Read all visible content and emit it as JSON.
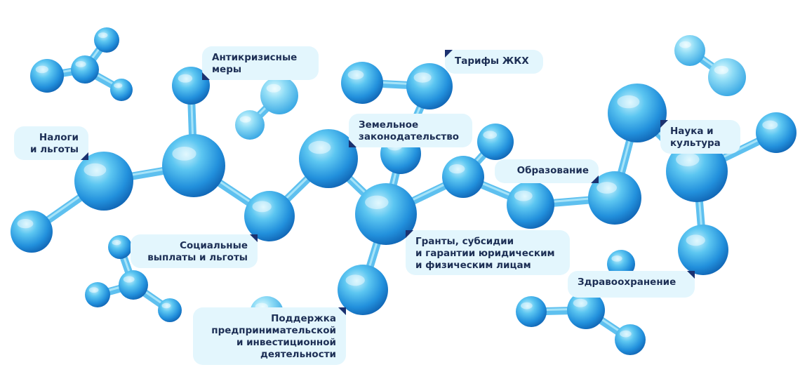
{
  "labels": {
    "taxes": "Налоги\nи льготы",
    "anticrisis": "Антикризисные\nмеры",
    "tariffs": "Тарифы ЖКХ",
    "land": "Земельное\nзаконодательство",
    "science": "Наука и\nкультура",
    "education": "Образование",
    "social": "Социальные\nвыплаты и льготы",
    "grants": "Гранты, субсидии\nи гарантии юридическим\nи физическим лицам",
    "health": "Здравоохранение",
    "business": "Поддержка\nпредпринимательской\nи инвестиционной\nдеятельности"
  },
  "colors": {
    "atom_light": "#b9ecfb",
    "atom_mid": "#3fb2ea",
    "atom_dark": "#1376c9",
    "bond": "#56bff0",
    "label_bg": "#e3f6fd",
    "label_text": "#1d2f55",
    "pointer": "#1b3170"
  }
}
